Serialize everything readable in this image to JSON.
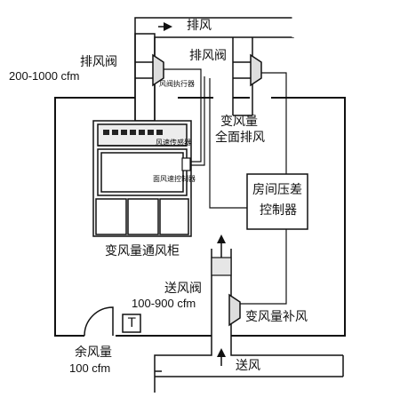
{
  "labels": {
    "exhaust_top": "排风",
    "exhaust_damper_left": "排风阀",
    "exhaust_range": "200-1000 cfm",
    "exhaust_damper_right": "排风阀",
    "damper_actuator": "风阀执行器",
    "vav_general_exhaust_line1": "变风量",
    "vav_general_exhaust_line2": "全面排风",
    "airflow_sensor": "风速传感器",
    "face_velocity_controller": "面风速控制器",
    "room_pressure_line1": "房间压差",
    "room_pressure_line2": "控制器",
    "vav_fume_hood": "变风量通风柜",
    "supply_damper": "送风阀",
    "supply_range": "100-900 cfm",
    "vav_makeup_air": "变风量补风",
    "thermostat": "T",
    "offset_line1": "余风量",
    "offset_line2": "100 cfm",
    "supply_air": "送风"
  }
}
